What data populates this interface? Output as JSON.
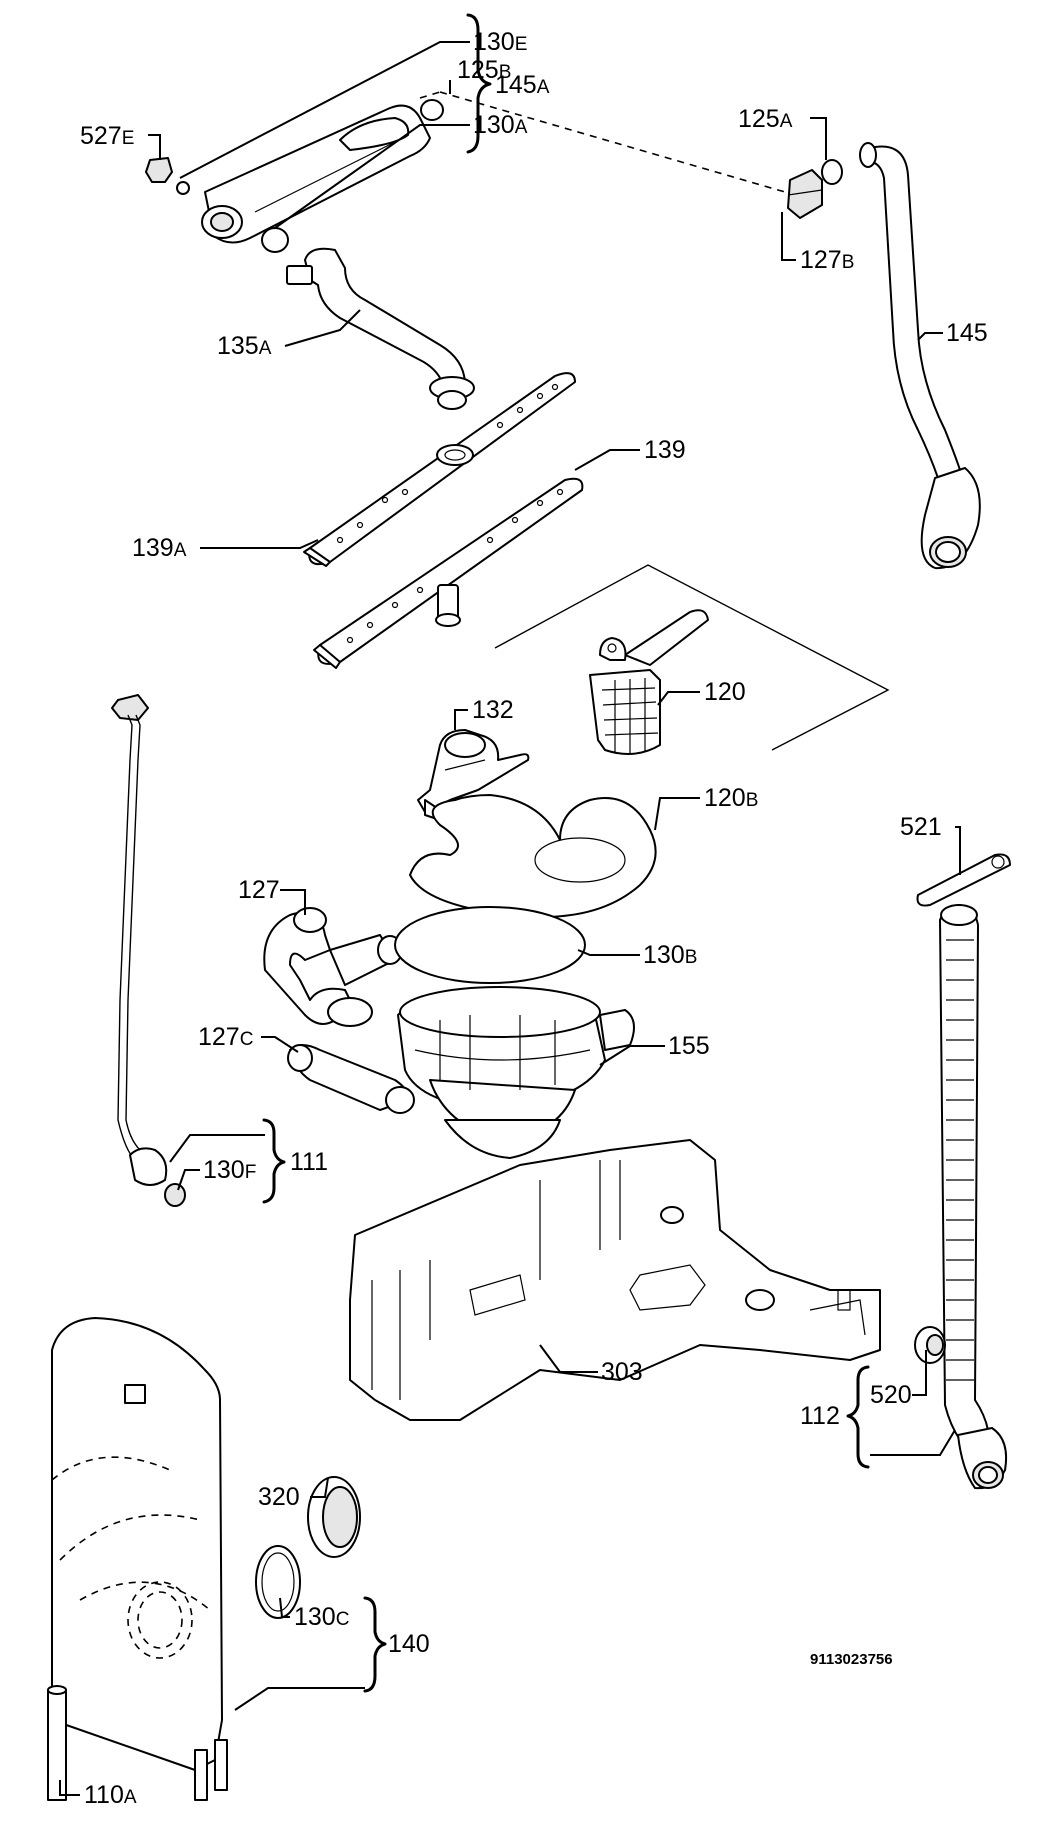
{
  "drawing_number": "9113023756",
  "labels": {
    "l130E": {
      "num": "130",
      "suffix": "E"
    },
    "l125B": {
      "num": "125",
      "suffix": "B"
    },
    "l130A": {
      "num": "130",
      "suffix": "A"
    },
    "l145A": {
      "num": "145",
      "suffix": "A"
    },
    "l527E": {
      "num": "527",
      "suffix": "E"
    },
    "l125A": {
      "num": "125",
      "suffix": "A"
    },
    "l127B": {
      "num": "127",
      "suffix": "B"
    },
    "l145": {
      "num": "145",
      "suffix": ""
    },
    "l135A": {
      "num": "135",
      "suffix": "A"
    },
    "l139": {
      "num": "139",
      "suffix": ""
    },
    "l139A": {
      "num": "139",
      "suffix": "A"
    },
    "l120": {
      "num": "120",
      "suffix": ""
    },
    "l132": {
      "num": "132",
      "suffix": ""
    },
    "l120B": {
      "num": "120",
      "suffix": "B"
    },
    "l521": {
      "num": "521",
      "suffix": ""
    },
    "l127": {
      "num": "127",
      "suffix": ""
    },
    "l130B": {
      "num": "130",
      "suffix": "B"
    },
    "l127C": {
      "num": "127",
      "suffix": "C"
    },
    "l155": {
      "num": "155",
      "suffix": ""
    },
    "l111": {
      "num": "111",
      "suffix": ""
    },
    "l130F": {
      "num": "130",
      "suffix": "F"
    },
    "l303": {
      "num": "303",
      "suffix": ""
    },
    "l520": {
      "num": "520",
      "suffix": ""
    },
    "l112": {
      "num": "112",
      "suffix": ""
    },
    "l320": {
      "num": "320",
      "suffix": ""
    },
    "l130C": {
      "num": "130",
      "suffix": "C"
    },
    "l140": {
      "num": "140",
      "suffix": ""
    },
    "l110A": {
      "num": "110",
      "suffix": "A"
    }
  }
}
